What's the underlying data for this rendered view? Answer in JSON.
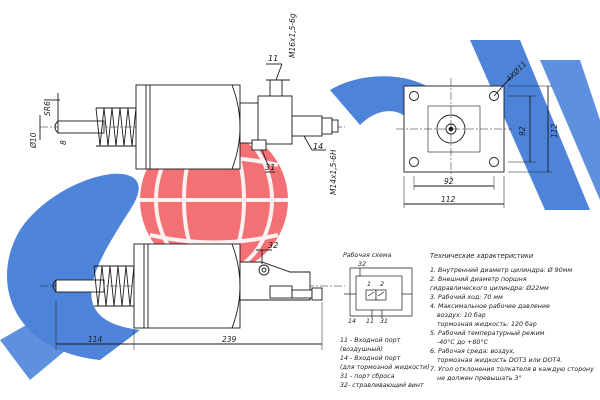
{
  "watermark": {
    "brand_letters": "SORL",
    "colors": {
      "red": "#f0484f",
      "blue": "#2f6fd3"
    }
  },
  "top_view": {
    "callouts": [
      "11",
      "14",
      "31"
    ],
    "dims": {
      "thread_port_11": "M16x1,5-6g",
      "thread_port_14": "M14x1,5-6H",
      "thread_left": "SR6",
      "diameter_rod": "Ø10",
      "rod_small": "8"
    }
  },
  "end_view": {
    "holes": "4XØ11",
    "width_inner": "92",
    "width_outer": "112",
    "height_inner": "92",
    "height_outer": "112"
  },
  "side_view": {
    "callout_32": "32",
    "dim_left": "114",
    "dim_total": "239"
  },
  "scheme": {
    "title": "Рабочая схема",
    "port_labels": [
      "32",
      "1",
      "2",
      "14",
      "11",
      "31"
    ]
  },
  "specs": {
    "title": "Технические характеристики",
    "lines": [
      "1. Внутренний диаметр цилиндра: Ø 90мм",
      "2. Внешний диаметр поршня",
      "гидравлического цилиндра: Ø22мм",
      "3. Рабочий ход: 70 мм",
      "4. Максимальное рабочее давление",
      "воздух: 10 бар",
      "тормозная жидкость: 120 бар",
      "5. Рабочий температурный режим",
      "-40°С до +80°С",
      "6. Рабочая среда: воздух,",
      "тормозная жидкость DOT3 или DOT4.",
      "7. Угол отклонения толкателя в каждую сторону",
      "не должен превышать 3°"
    ]
  },
  "legend": {
    "lines": [
      "11 - Входной порт",
      "(воздушный)",
      "14 - Входной порт",
      "(для тормозной жидкости)",
      "31 - порт сброса",
      "32- стравливающий винт"
    ]
  }
}
